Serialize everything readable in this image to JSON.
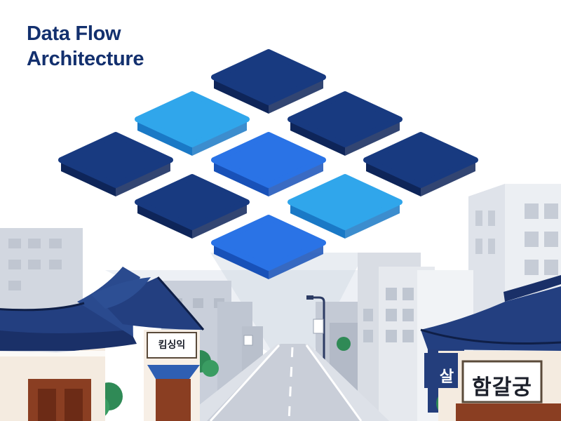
{
  "title": {
    "line1": "Data Flow",
    "line2": "Architecture"
  },
  "signs": {
    "left_shop": "킴싱익",
    "right_tall": "살",
    "right_shop": "함갈궁"
  },
  "colors": {
    "title": "#13306e",
    "block_dark_top": "#183a80",
    "block_dark_side": "#0e2559",
    "block_medium_top": "#2a73e6",
    "block_medium_side": "#1851b8",
    "block_light_top": "#30a6eb",
    "block_light_side": "#1a79c6",
    "roof": "#233f80"
  },
  "blocks": [
    {
      "id": "b1",
      "shade": "dark"
    },
    {
      "id": "b2",
      "shade": "light"
    },
    {
      "id": "b3",
      "shade": "dark"
    },
    {
      "id": "b4",
      "shade": "dark"
    },
    {
      "id": "b5",
      "shade": "medium"
    },
    {
      "id": "b6",
      "shade": "dark"
    },
    {
      "id": "b7",
      "shade": "dark"
    },
    {
      "id": "b8",
      "shade": "light"
    },
    {
      "id": "b9",
      "shade": "medium"
    }
  ]
}
